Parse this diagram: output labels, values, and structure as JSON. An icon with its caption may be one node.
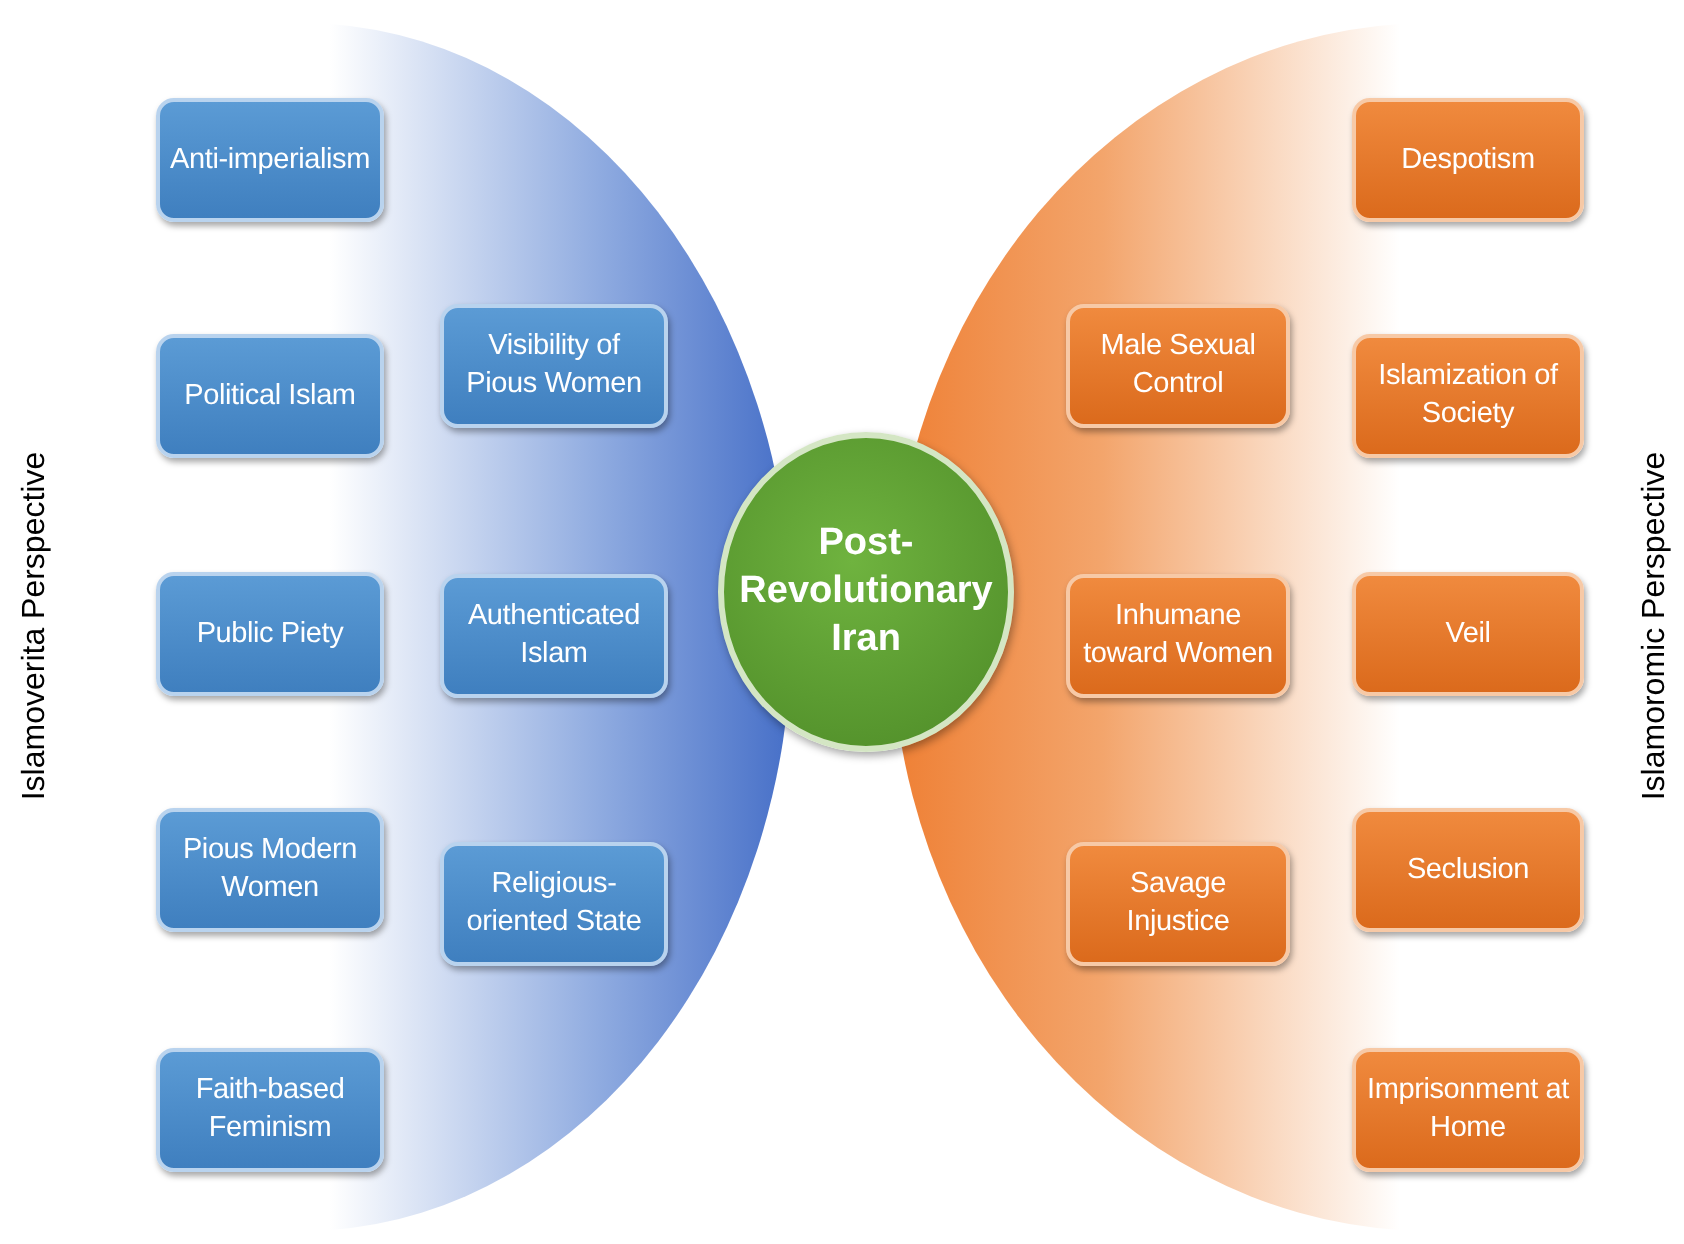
{
  "diagram": {
    "nodes": [
      {
        "text": [
          "Anti-imperialism"
        ]
      },
      {
        "text": [
          "Political Islam"
        ]
      },
      {
        "text": [
          "Public Piety"
        ]
      },
      {
        "text": [
          "Pious Modern Women"
        ]
      },
      {
        "text": [
          "Faith-based Feminism"
        ]
      },
      {
        "text": [
          "Visibility of Pious Women"
        ]
      },
      {
        "text": [
          "Authenticated Islam"
        ]
      },
      {
        "text": [
          "Religious-oriented State"
        ]
      },
      {
        "text": [
          "Post-Revolutionary Iran"
        ]
      },
      {
        "text": [
          "Male Sexual Control"
        ]
      },
      {
        "text": [
          "Inhumane toward Women"
        ]
      },
      {
        "text": [
          "Savage Injustice"
        ]
      },
      {
        "text": [
          "Despotism"
        ]
      },
      {
        "text": [
          "Islamization of Society"
        ]
      },
      {
        "text": [
          "Veil"
        ]
      },
      {
        "text": [
          "Seclusion"
        ]
      },
      {
        "text": [
          "Imprisonment at Home"
        ]
      }
    ],
    "labels": [
      "Islamoverita Perspective",
      "Islamoromic Perspective"
    ]
  }
}
